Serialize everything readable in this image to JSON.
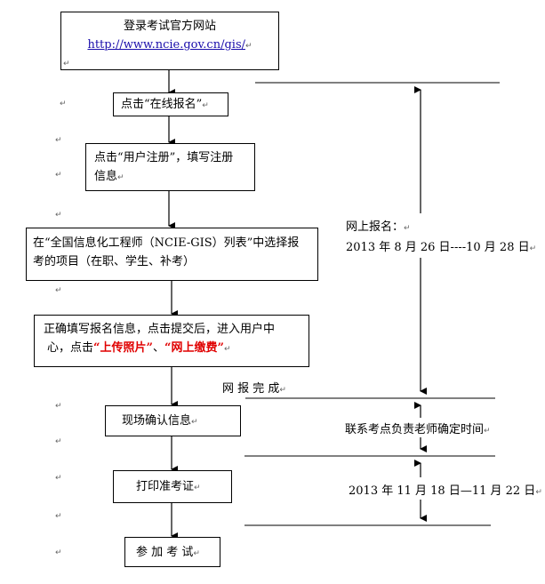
{
  "steps": {
    "login_title": "登录考试官方网站",
    "login_url": "http://www.ncie.gov.cn/gis/",
    "online_signup": "点击“在线报名”",
    "register_1": "点击“用户注册”，填写注册",
    "register_2": "信息",
    "select_1": "在“全国信息化工程师（NCIE-GIS）列表”中选择报",
    "select_2": "考的项目（在职、学生、补考）",
    "fill_1": "正确填写报名信息，点击提交后，进入用户中",
    "fill_2_prefix": "心，点击",
    "fill_upload": "“上传照片”",
    "fill_sep": "、",
    "fill_pay": "“网上缴费”",
    "confirm": "现场确认信息",
    "print": "打印准考证",
    "exam": "参 加 考 试"
  },
  "timeline": {
    "online_label": "网上报名：",
    "online_dates": "2013 年 8 月 26 日----10 月 28 日",
    "online_done": "网 报 完 成",
    "contact": "联系考点负责老师确定时间",
    "print_dates": "2013 年 11 月 18 日—11 月 22 日"
  },
  "marks": {
    "return_mark": "↵"
  }
}
